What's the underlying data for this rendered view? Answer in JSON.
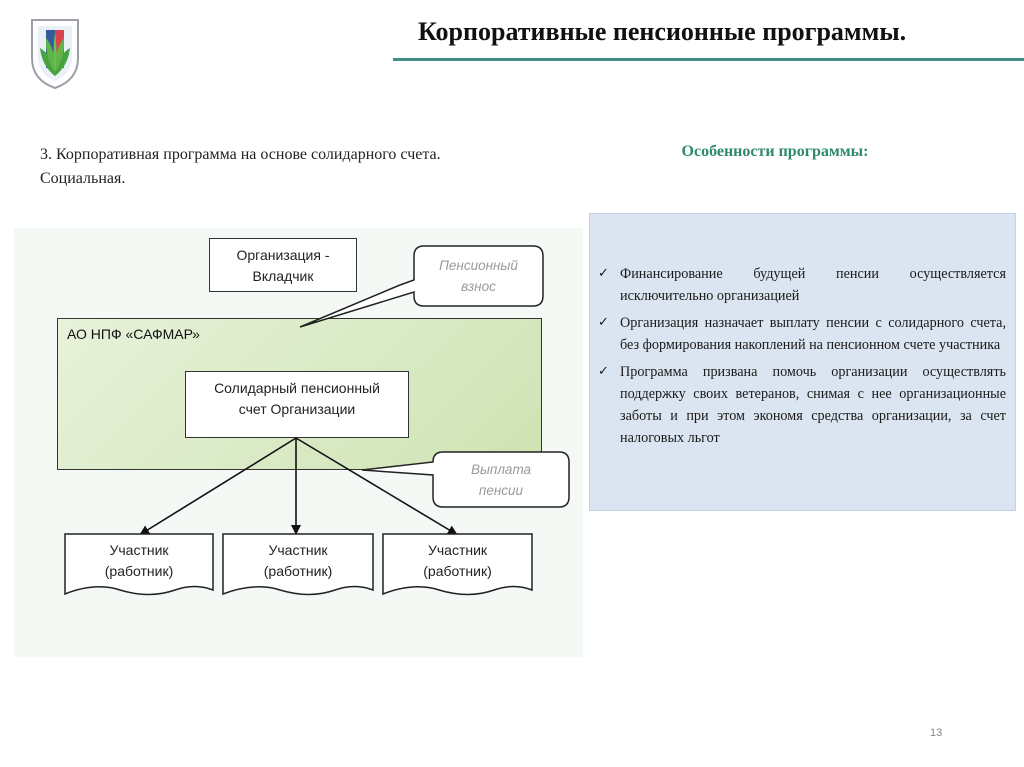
{
  "header": {
    "title": "Корпоративные пенсионные программы."
  },
  "intro": {
    "line1": "3. Корпоративная программа на основе солидарного счета.",
    "line2": "Социальная."
  },
  "features": {
    "heading": "Особенности программы:",
    "items": [
      "Финансирование будущей пенсии осуществляется исключительно организацией",
      "Организация назначает выплату пенсии с солидарного счета, без формирования накоплений на пенсионном счете участника",
      "Программа призвана помочь организации осуществлять поддержку своих ветеранов, снимая с нее организационные заботы и при этом экономя средства организации, за счет налоговых льгот"
    ]
  },
  "diagram": {
    "organization": [
      "Организация -",
      "Вкладчик"
    ],
    "npf_label": "АО НПФ «САФМАР»",
    "account": [
      "Солидарный пенсионный",
      "счет Организации"
    ],
    "callout_contribution": [
      "Пенсионный",
      "взнос"
    ],
    "callout_payment": [
      "Выплата",
      "пенсии"
    ],
    "participants": [
      [
        "Участник",
        "(работник)"
      ],
      [
        "Участник",
        "(работник)"
      ],
      [
        "Участник",
        "(работник)"
      ]
    ]
  },
  "page_number": "13",
  "colors": {
    "accent_rule": "#3f8e86",
    "feature_heading": "#2e8a6a",
    "panel_bg": "#dbe5f1",
    "npf_fill": "#d8eac2"
  },
  "icons": {
    "logo": "profsoyuz-emblem-icon",
    "bullet": "checkmark-icon"
  }
}
